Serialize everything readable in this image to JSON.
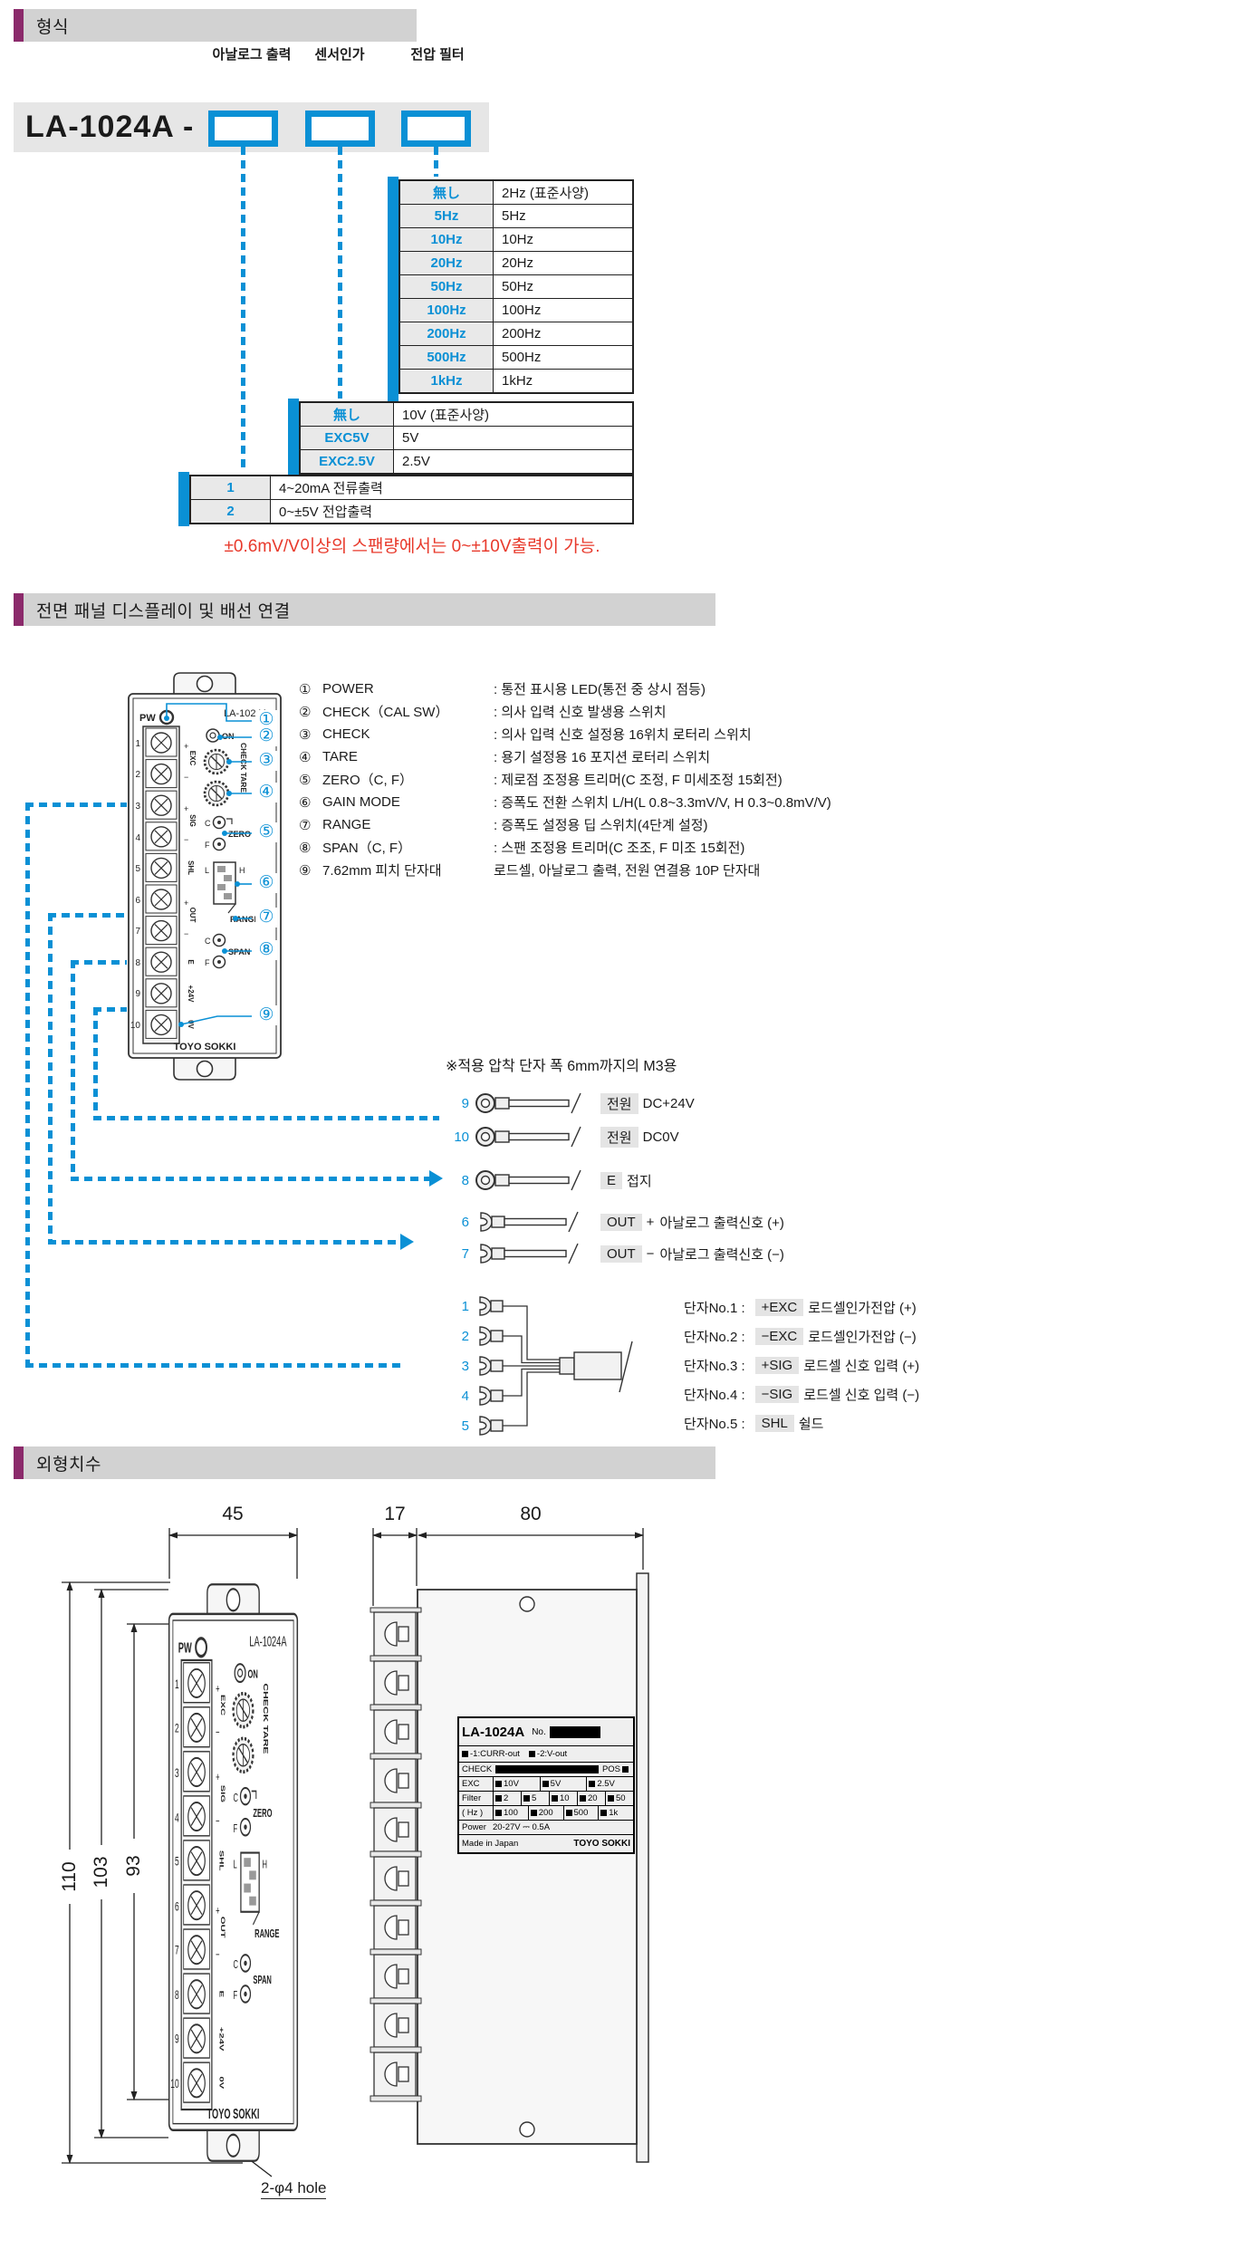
{
  "colors": {
    "blue": "#0a90d5",
    "purple": "#8b2a6b",
    "red": "#e8392b"
  },
  "fmt": {
    "title": "형식",
    "model": "LA-1024A -",
    "col_labels": [
      "아날로그 출력",
      "센서인가",
      "전압 필터"
    ],
    "filter": [
      {
        "code": "無し",
        "value": "2Hz (표준사양)"
      },
      {
        "code": "5Hz",
        "value": "5Hz"
      },
      {
        "code": "10Hz",
        "value": "10Hz"
      },
      {
        "code": "20Hz",
        "value": "20Hz"
      },
      {
        "code": "50Hz",
        "value": "50Hz"
      },
      {
        "code": "100Hz",
        "value": "100Hz"
      },
      {
        "code": "200Hz",
        "value": "200Hz"
      },
      {
        "code": "500Hz",
        "value": "500Hz"
      },
      {
        "code": "1kHz",
        "value": "1kHz"
      }
    ],
    "exc": [
      {
        "code": "無し",
        "value": "10V (표준사양)"
      },
      {
        "code": "EXC5V",
        "value": "5V"
      },
      {
        "code": "EXC2.5V",
        "value": "2.5V"
      }
    ],
    "out": [
      {
        "code": "1",
        "value": "4~20mA 전류출력"
      },
      {
        "code": "2",
        "value": "0~±5V 전압출력"
      }
    ],
    "note": "±0.6mV/V이상의 스팬량에서는 0~±10V출력이 가능."
  },
  "panel": {
    "pw": "PW",
    "model": "LA-1024A",
    "on": "ON",
    "check_tare": "CHECK TARE",
    "c": "C",
    "f": "F",
    "zero": "ZERO",
    "l": "L",
    "h": "H",
    "range": "RANGE",
    "span": "SPAN",
    "plus": "+",
    "minus": "−",
    "terminals": [
      "1",
      "2",
      "3",
      "4",
      "5",
      "6",
      "7",
      "8",
      "9",
      "10"
    ],
    "exc": "EXC",
    "sig": "SIG",
    "shl": "SHL",
    "out": "OUT",
    "e": "E",
    "p24": "+24V",
    "v0": "0V",
    "brand": "TOYO SOKKI"
  },
  "front": {
    "title": "전면 패널 디스플레이 및 배선 연결",
    "callouts": [
      "①",
      "②",
      "③",
      "④",
      "⑤",
      "⑥",
      "⑦",
      "⑧",
      "⑨"
    ],
    "legend": [
      {
        "num": "①",
        "name": "POWER",
        "desc": ": 통전 표시용 LED(통전 중 상시 점등)"
      },
      {
        "num": "②",
        "name": "CHECK（CAL SW）",
        "desc": ": 의사 입력 신호 발생용 스위치"
      },
      {
        "num": "③",
        "name": "CHECK",
        "desc": ": 의사 입력 신호 설정용 16위치 로터리 스위치"
      },
      {
        "num": "④",
        "name": "TARE",
        "desc": ": 용기 설정용 16 포지션 로터리 스위치"
      },
      {
        "num": "⑤",
        "name": "ZERO（C, F）",
        "desc": ": 제로점 조정용 트리머(C 조정,  F 미세조정 15회전)"
      },
      {
        "num": "⑥",
        "name": "GAIN MODE",
        "desc": ": 증폭도 전환 스위치 L/H(L  0.8~3.3mV/V, H  0.3~0.8mV/V)"
      },
      {
        "num": "⑦",
        "name": "RANGE",
        "desc": ": 증폭도 설정용 딥 스위치(4단계 설정)"
      },
      {
        "num": "⑧",
        "name": "SPAN（C, F）",
        "desc": ": 스팬 조정용 트리머(C  조조, F  미조 15회전)"
      },
      {
        "num": "⑨",
        "name": "7.62mm 피치 단자대",
        "desc": "로드셀, 아날로그 출력, 전원 연결용 10P 단자대"
      }
    ],
    "crimp_note": "※적용 압착 단자 폭 6mm까지의 M3용",
    "wires": [
      {
        "num": "9",
        "tag": "전원",
        "desc": "DC+24V"
      },
      {
        "num": "10",
        "tag": "전원",
        "desc": "DC0V"
      },
      {
        "num": "8",
        "tag": "E",
        "desc": "접지"
      },
      {
        "num": "6",
        "tag": "OUT",
        "sign": "+",
        "desc": "아날로그 출력신호 (+)"
      },
      {
        "num": "7",
        "tag": "OUT",
        "sign": "−",
        "desc": "아날로그 출력신호 (−)"
      }
    ],
    "lc_nums": [
      "1",
      "2",
      "3",
      "4",
      "5"
    ],
    "loadcell": [
      {
        "prefix": "단자No.1 :",
        "tag": "+EXC",
        "desc": "로드셀인가전압 (+)"
      },
      {
        "prefix": "단자No.2 :",
        "tag": "−EXC",
        "desc": "로드셀인가전압 (−)"
      },
      {
        "prefix": "단자No.3 :",
        "tag": "+SIG",
        "desc": "로드셀 신호 입력 (+)"
      },
      {
        "prefix": "단자No.4 :",
        "tag": "−SIG",
        "desc": "로드셀 신호 입력 (−)"
      },
      {
        "prefix": "단자No.5 :",
        "tag": "SHL",
        "desc": "쉴드"
      }
    ]
  },
  "dim": {
    "title": "외형치수",
    "w_front": "45",
    "w_term": "17",
    "w_body": "80",
    "h_outer": "110",
    "h_mid": "103",
    "h_inner": "93",
    "hole": "2-φ4 hole",
    "plate": {
      "model": "LA-1024A",
      "no": "No.",
      "opt1": "-1:CURR-out",
      "opt2": "-2:V-out",
      "check": "CHECK",
      "pos": "POS",
      "exc_label": "EXC",
      "exc_vals": [
        "10V",
        "5V",
        "2.5V"
      ],
      "filter_label": "Filter",
      "filter_vals": [
        "2",
        "5",
        "10",
        "20",
        "50"
      ],
      "hz_label": "( Hz )",
      "hz_vals": [
        "100",
        "200",
        "500",
        "1k"
      ],
      "power_label": "Power",
      "power_val": "20-27V ⎓ 0.5A",
      "made": "Made in Japan",
      "brand": "TOYO SOKKI"
    }
  }
}
